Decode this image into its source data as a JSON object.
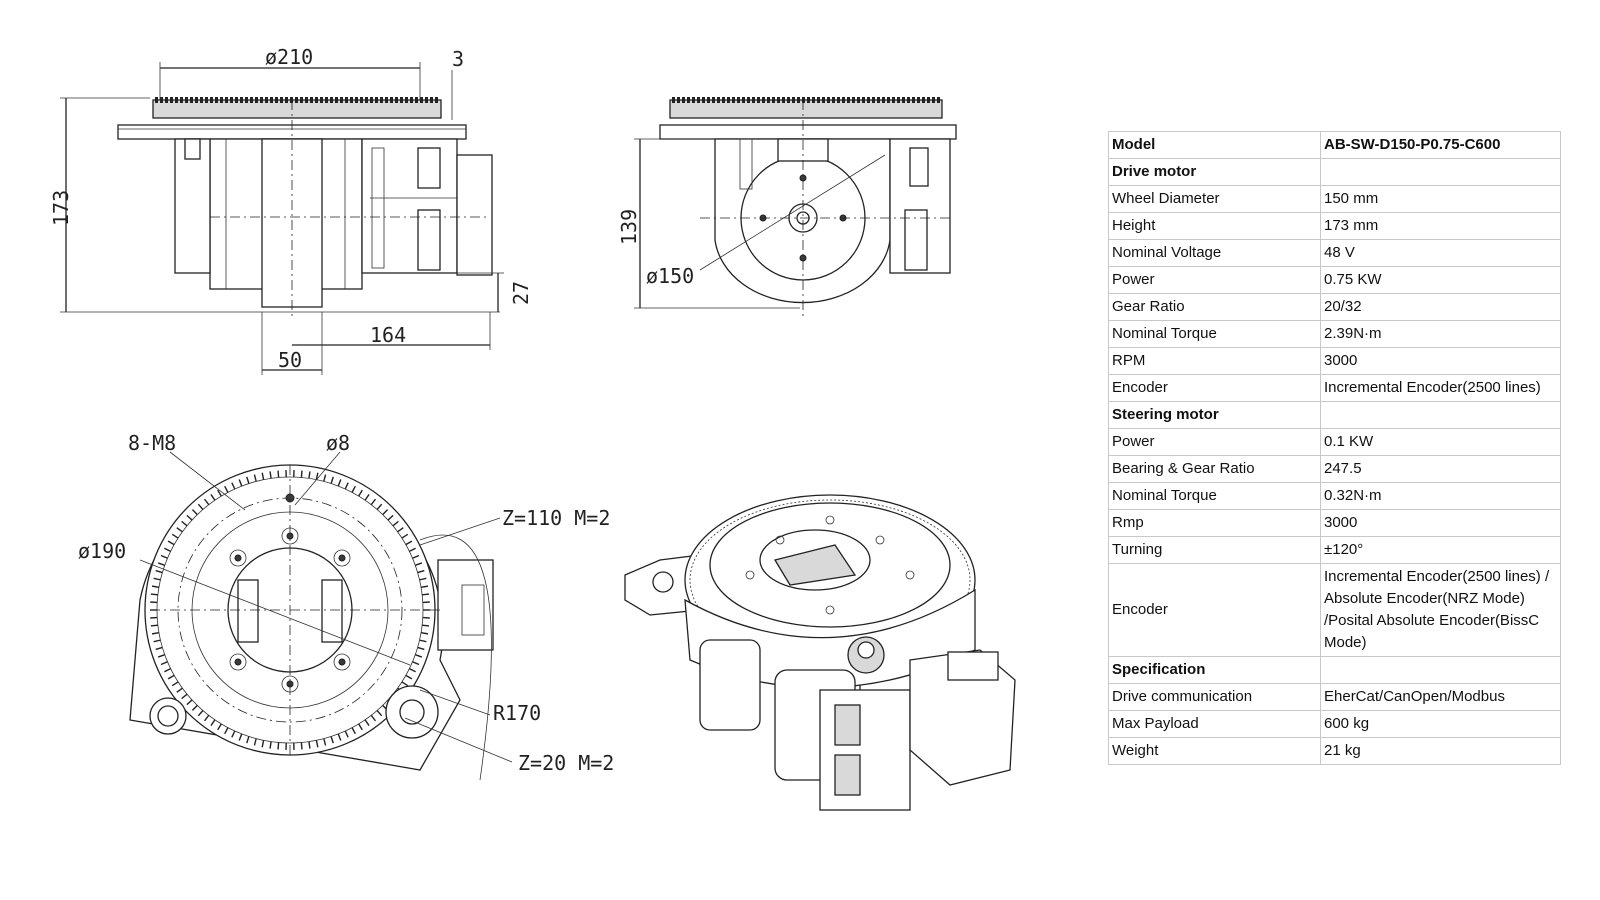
{
  "drawing": {
    "top_left_dims": [
      "ø210",
      "3",
      "173",
      "27",
      "164",
      "50"
    ],
    "top_right_dims": [
      "139",
      "ø150"
    ],
    "bottom_left_labels": [
      "8-M8",
      "ø8",
      "Z=110 M=2",
      "ø190",
      "R170",
      "Z=20 M=2"
    ]
  },
  "spec_table": {
    "model_label": "Model",
    "model_value": "AB-SW-D150-P0.75-C600",
    "sections": [
      {
        "title": "Drive motor",
        "rows": [
          {
            "label": "Wheel Diameter",
            "value": "150 mm"
          },
          {
            "label": "Height",
            "value": "173 mm"
          },
          {
            "label": "Nominal Voltage",
            "value": "48 V"
          },
          {
            "label": "Power",
            "value": "0.75 KW"
          },
          {
            "label": "Gear Ratio",
            "value": "20/32"
          },
          {
            "label": "Nominal Torque",
            "value": "2.39N·m"
          },
          {
            "label": "RPM",
            "value": "3000"
          },
          {
            "label": "Encoder",
            "value": "Incremental Encoder(2500 lines)"
          }
        ]
      },
      {
        "title": "Steering motor",
        "rows": [
          {
            "label": "Power",
            "value": "0.1 KW"
          },
          {
            "label": "Bearing & Gear Ratio",
            "value": "247.5"
          },
          {
            "label": "Nominal Torque",
            "value": "0.32N·m"
          },
          {
            "label": "Rmp",
            "value": "3000"
          },
          {
            "label": "Turning",
            "value": "±120°"
          },
          {
            "label": "Encoder",
            "value": "Incremental Encoder(2500 lines) / Absolute Encoder(NRZ Mode) /Posital Absolute Encoder(BissC Mode)"
          }
        ]
      },
      {
        "title": "Specification",
        "rows": [
          {
            "label": "Drive communication",
            "value": "EherCat/CanOpen/Modbus"
          },
          {
            "label": "Max Payload",
            "value": "600 kg"
          },
          {
            "label": "Weight",
            "value": "21 kg"
          }
        ]
      }
    ]
  }
}
